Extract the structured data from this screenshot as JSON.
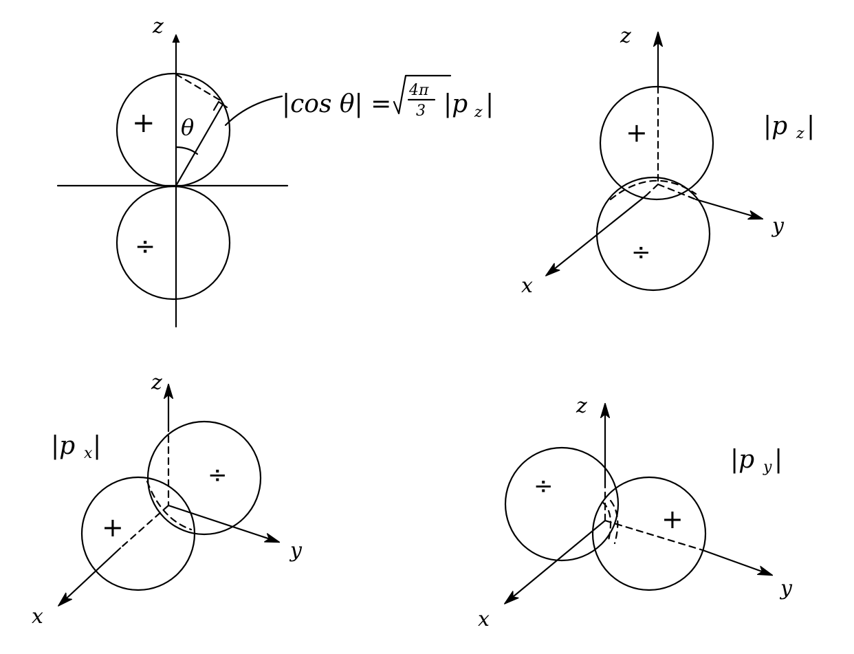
{
  "panels": {
    "pz_2d": {
      "axis_z": "z",
      "angle": "θ",
      "lobe_top_sign": "+",
      "lobe_bottom_sign": "÷",
      "formula": {
        "lhs": "|cos θ| =",
        "sqrt_num": "4π",
        "sqrt_den": "3",
        "rhs": "|p",
        "rhs_sub": "z",
        "rhs_end": "|"
      }
    },
    "pz_3d": {
      "axis_x": "x",
      "axis_y": "y",
      "axis_z": "z",
      "lobe_top_sign": "+",
      "lobe_bottom_sign": "÷",
      "label": "|p",
      "label_sub": "z",
      "label_end": "|"
    },
    "px_3d": {
      "axis_x": "x",
      "axis_y": "y",
      "axis_z": "z",
      "lobe_front_sign": "+",
      "lobe_back_sign": "÷",
      "label": "|p",
      "label_sub": "x",
      "label_end": "|"
    },
    "py_3d": {
      "axis_x": "x",
      "axis_y": "y",
      "axis_z": "z",
      "lobe_left_sign": "÷",
      "lobe_right_sign": "+",
      "label": "|p",
      "label_sub": "y",
      "label_end": "|"
    }
  }
}
